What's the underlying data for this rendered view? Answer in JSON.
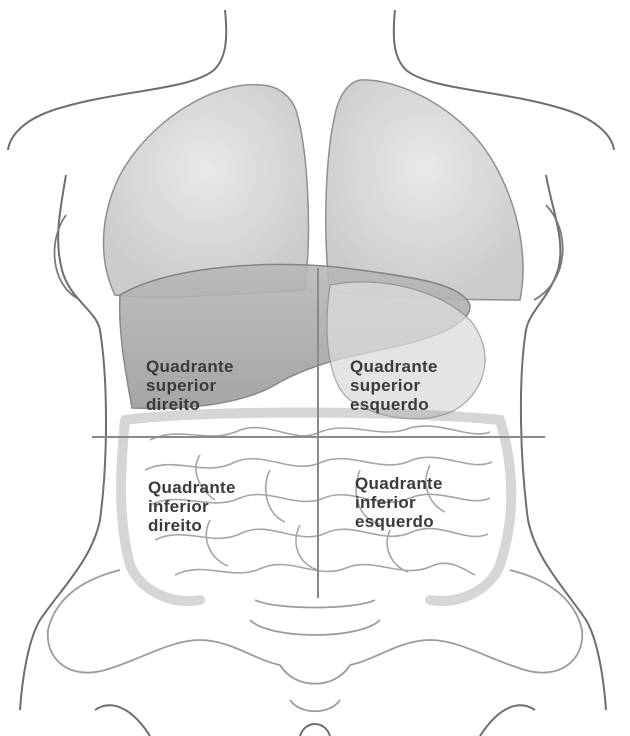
{
  "quadrants": {
    "upper_right_body": {
      "line1": "Quadrante",
      "line2": "superior",
      "line3": "direito"
    },
    "upper_left_body": {
      "line1": "Quadrante",
      "line2": "superior",
      "line3": "esquerdo"
    },
    "lower_right_body": {
      "line1": "Quadrante",
      "line2": "inferior",
      "line3": "direito"
    },
    "lower_left_body": {
      "line1": "Quadrante",
      "line2": "inferior",
      "line3": "esquerdo"
    }
  },
  "colors": {
    "outline": "#6e6e6e",
    "lung": "#d9d9d9",
    "liver": "#a9a9a9",
    "intestine": "#e6e6e6",
    "divider": "#8a8a8a"
  }
}
